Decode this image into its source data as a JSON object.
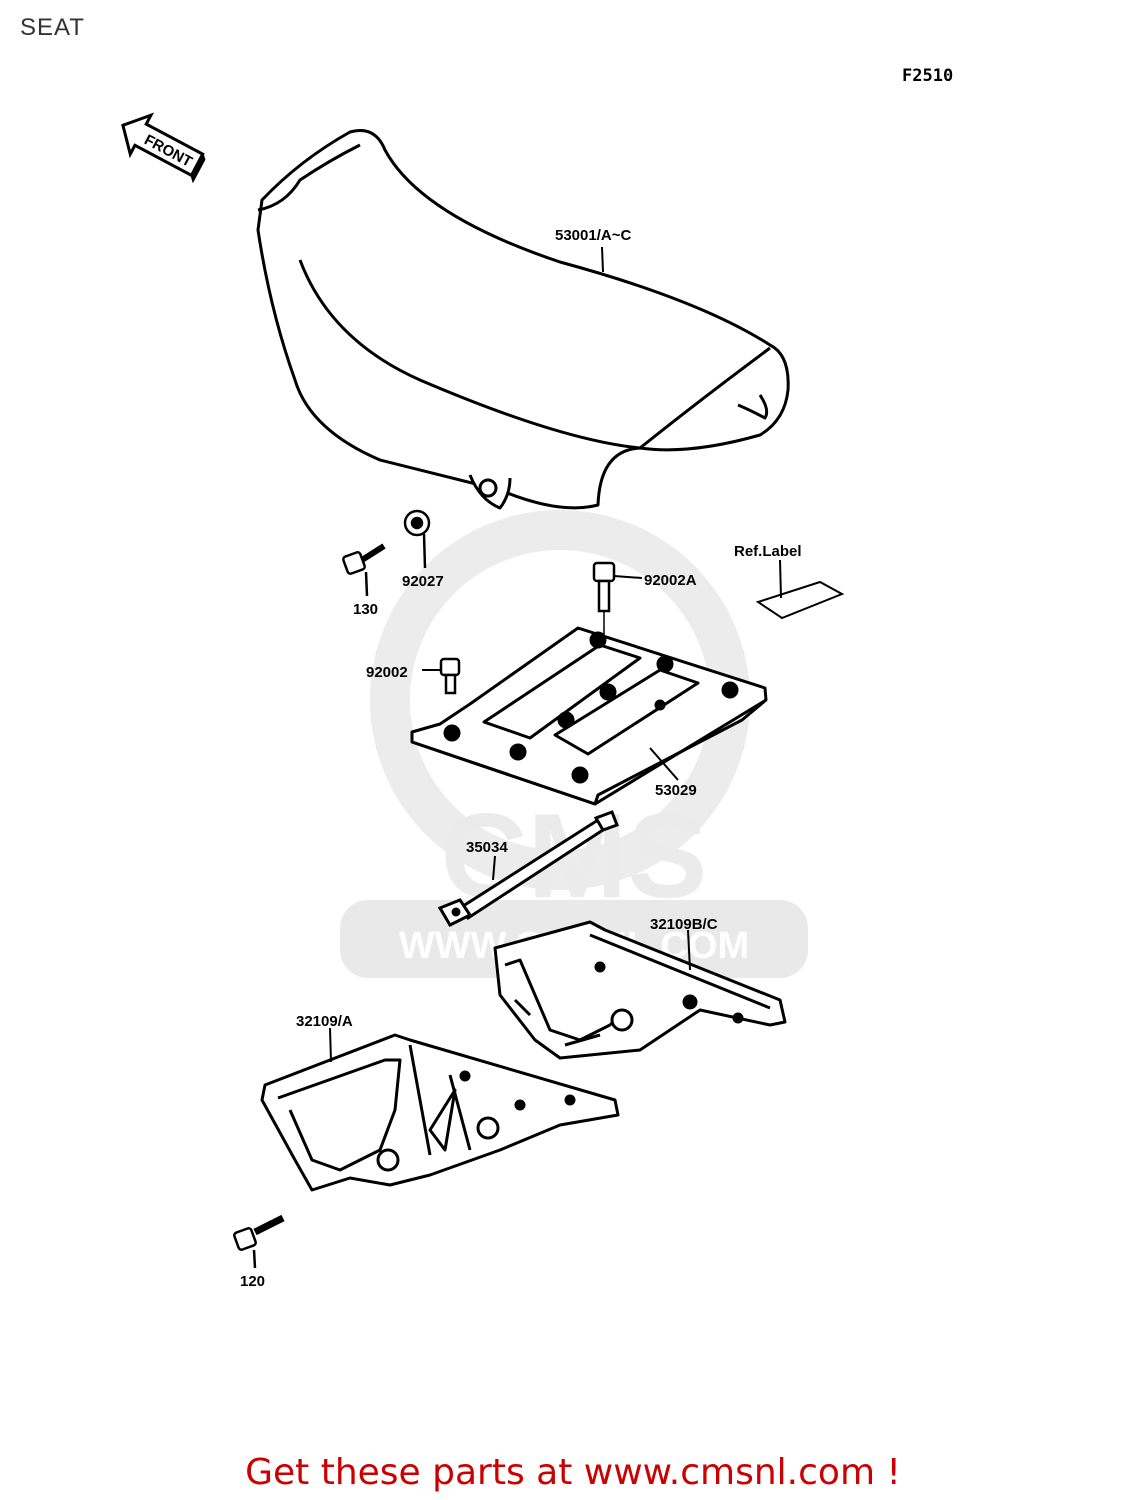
{
  "page_title": "SEAT",
  "figure_code": "F2510",
  "front_label": "FRONT",
  "parts": {
    "seat": "53001/A~C",
    "collar": "92027",
    "bolt_130": "130",
    "bolt_92002a": "92002A",
    "ref_label": "Ref.Label",
    "bolt_92002": "92002",
    "plate": "53029",
    "strap": "35034",
    "bracket_right": "32109B/C",
    "bracket_left": "32109/A",
    "bolt_120": "120"
  },
  "watermark": {
    "brand": "CMS",
    "url": "WWW.CMSNL.COM"
  },
  "footer_text": "Get these parts at www.cmsnl.com !",
  "colors": {
    "footer": "#cc0000",
    "line": "#000000",
    "watermark": "#e6e6e6"
  }
}
